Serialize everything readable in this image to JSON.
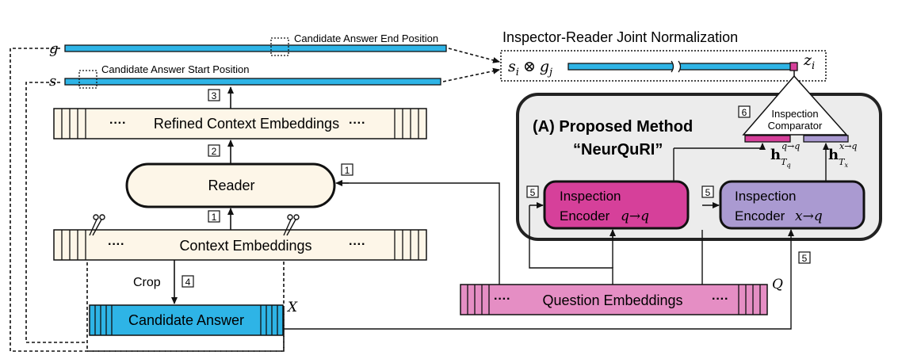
{
  "title": "Inspector-Reader Joint Normalization",
  "labels": {
    "end_position": "Candidate Answer End Position",
    "start_position": "Candidate Answer Start Position",
    "refined": "Refined Context Embeddings",
    "reader": "Reader",
    "context": "Context Embeddings",
    "crop": "Crop",
    "candidate": "Candidate Answer",
    "question": "Question Embeddings",
    "method_line1": "(A) Proposed Method",
    "method_line2": "“NeurQuRI”",
    "comparator_line1": "Inspection",
    "comparator_line2": "Comparator",
    "enc1_line1": "Inspection",
    "enc1_line2": "Encoder",
    "enc2_line1": "Inspection",
    "enc2_line2": "Encoder",
    "dots": "····"
  },
  "math": {
    "g": "g",
    "s": "s",
    "X": "X",
    "Q": "Q",
    "z": "z",
    "z_sub": "i",
    "norm_si": "s",
    "norm_si_sub": "i",
    "otimes": "⊗",
    "norm_gj": "g",
    "norm_gj_sub": "j",
    "enc1_map": "q→q",
    "enc2_map": "x→q",
    "h": "h",
    "h1_sub": "T",
    "h1_subsub": "q",
    "h1_sup": "q→q",
    "h2_sub": "T",
    "h2_subsub": "x",
    "h2_sup": "x→q"
  },
  "step_numbers": {
    "s3": "3",
    "s2": "2",
    "s1_reader": "1",
    "s1_context": "1",
    "s4": "4",
    "s5_left": "5",
    "s5_mid": "5",
    "s5_right": "5",
    "s6": "6"
  },
  "colors": {
    "blue": "#2eb4e6",
    "cream": "#fdf6e8",
    "pink": "#e58ec4",
    "magenta": "#d6409a",
    "lavender": "#aa9ad1",
    "panel": "#ececec"
  }
}
